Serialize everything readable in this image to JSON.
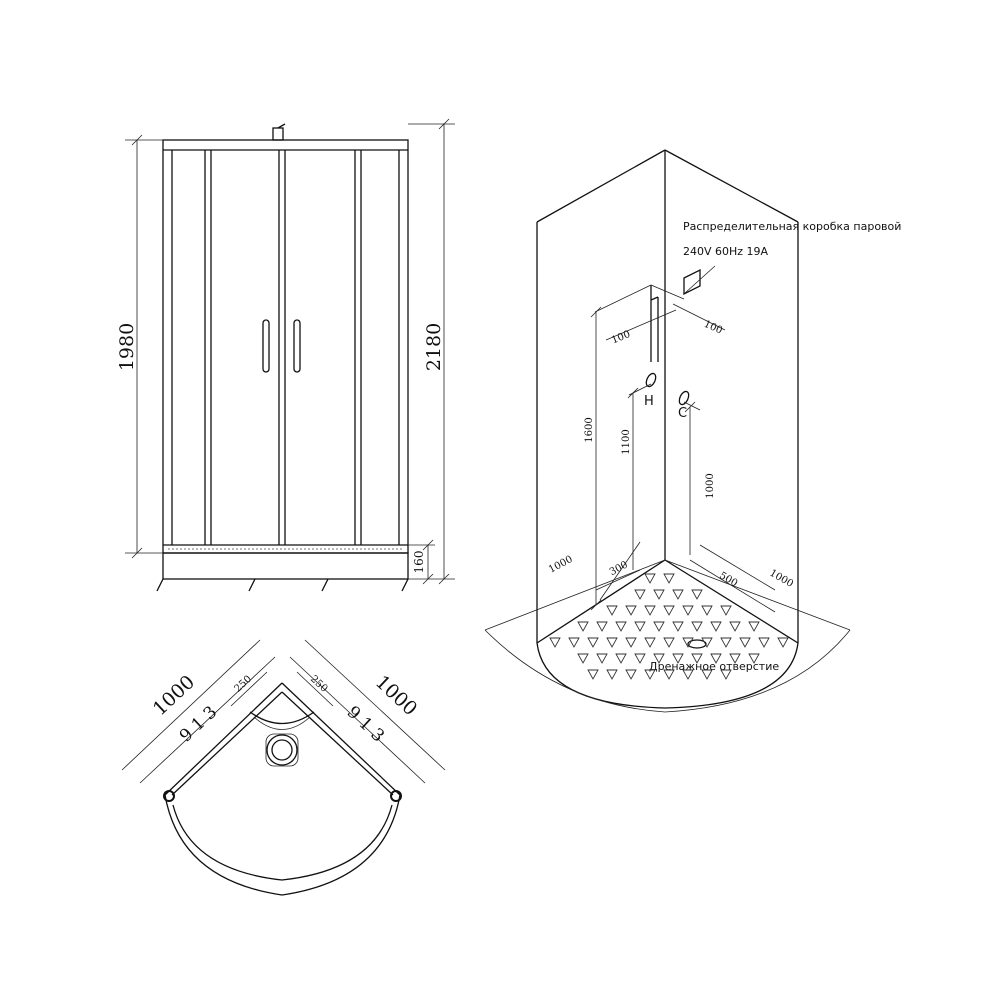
{
  "front_view": {
    "dim_height_cabin": "1980",
    "dim_height_total": "2180",
    "dim_tray_height": "160"
  },
  "iso_view": {
    "steam_box_label": "Распределительная коробка паровой",
    "steam_box_spec": "240V 60Hz 19A",
    "dim_offset_left": "100",
    "dim_offset_right": "100",
    "dim_h_outlet": "1600",
    "dim_h_hot": "1100",
    "dim_h_cold": "1000",
    "hot_label": "H",
    "cold_label": "C",
    "dim_base_left": "1000",
    "dim_base_300": "300",
    "dim_base_500": "500",
    "dim_base_right": "1000",
    "drain_label": "Дренажное отверстие"
  },
  "top_view": {
    "dim_outer_left": "1000",
    "dim_outer_right": "1000",
    "dim_inner_left": "9 1 3",
    "dim_inner_right": "9 1 3",
    "dim_seat_left": "250",
    "dim_seat_right": "250"
  },
  "colors": {
    "line": "#111111",
    "background": "#ffffff"
  }
}
